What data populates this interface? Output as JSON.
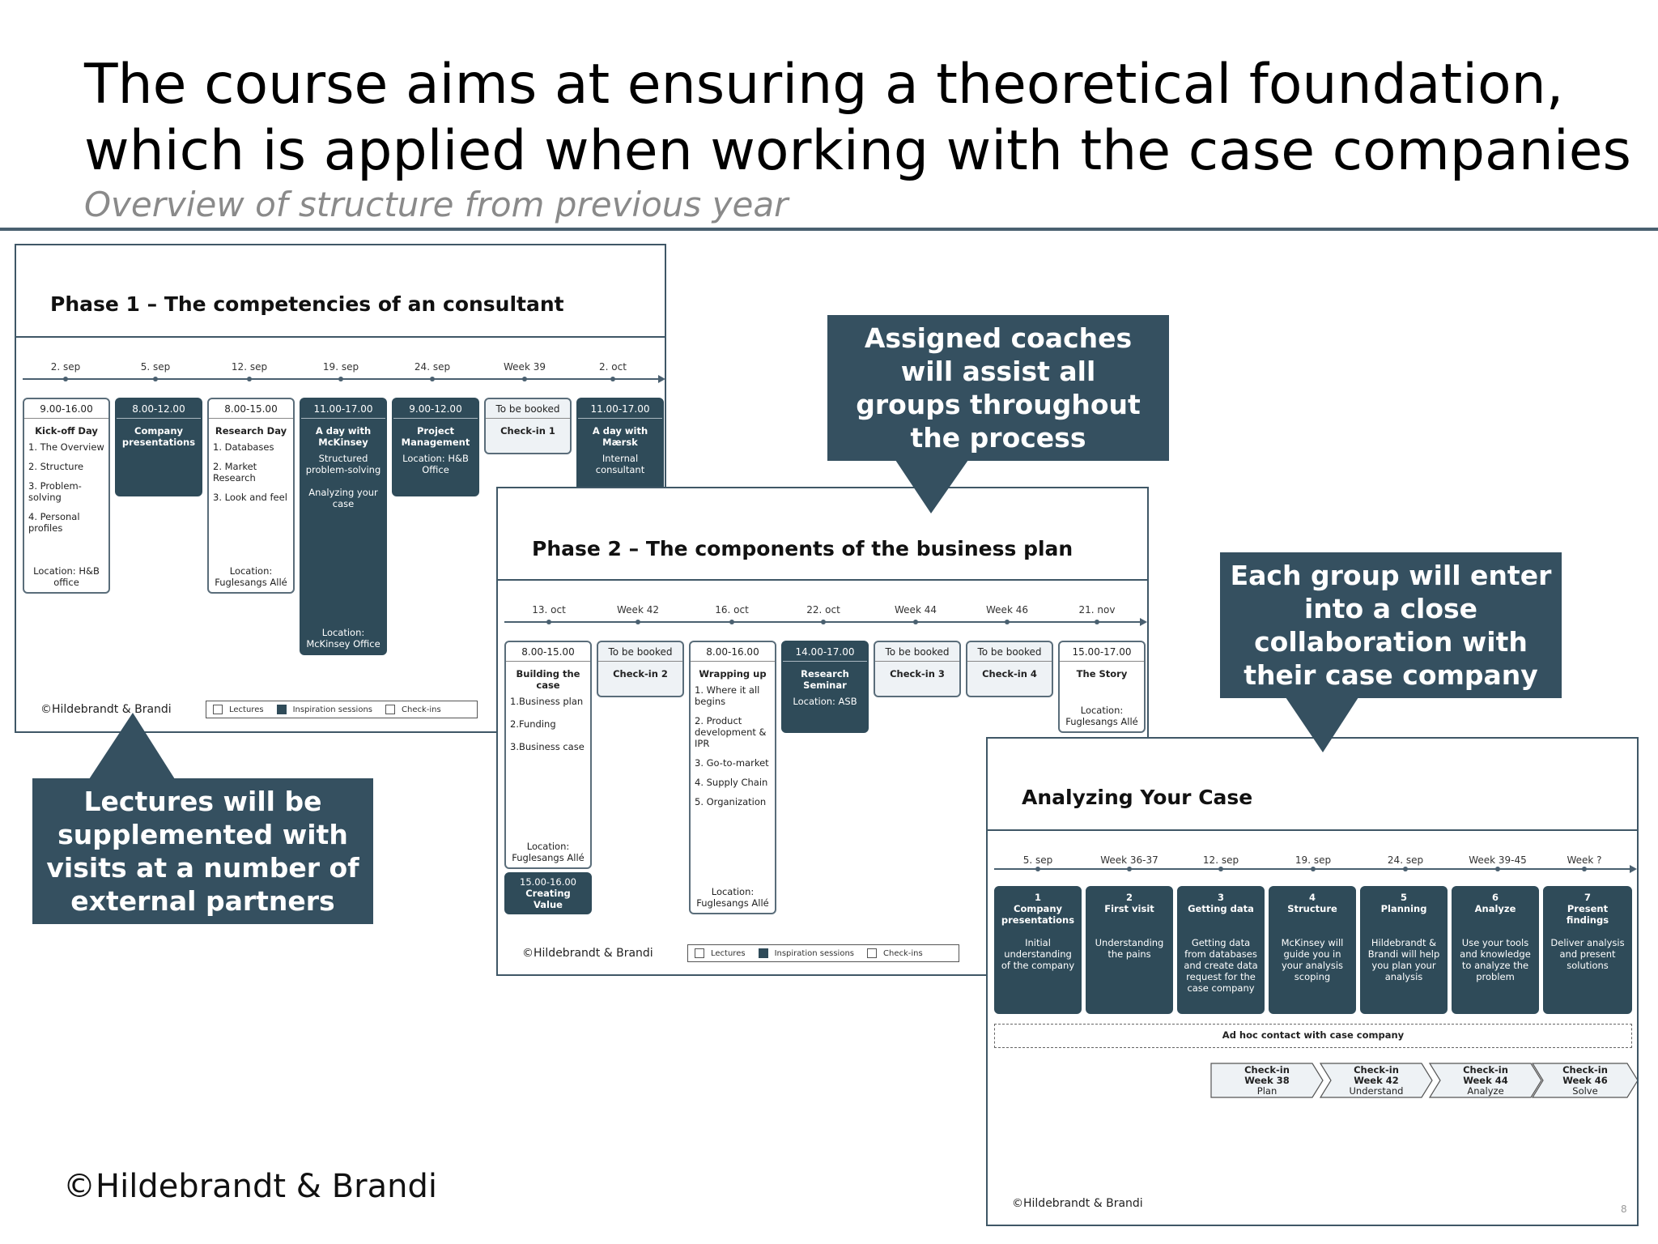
{
  "header": {
    "title_line1": "The course aims at ensuring a theoretical foundation,",
    "title_line2": "which is applied when working with the case companies",
    "subtitle": "Overview of structure from previous year"
  },
  "footer": {
    "logo": "©Hildebrandt & Brandi"
  },
  "callouts": {
    "coaches": "Assigned coaches will assist all groups throughout the process",
    "collab": "Each group will enter into a close collaboration with their case company",
    "lectures": "Lectures will be supplemented with visits at a number of external partners"
  },
  "colors": {
    "accent": "#355060",
    "dark_card": "#2f4b59"
  },
  "legend": {
    "lectures": "Lectures",
    "inspiration": "Inspiration sessions",
    "checkins": "Check-ins"
  },
  "slide1": {
    "title": "Phase 1 – The competencies of an consultant",
    "logo": "©Hildebrandt & Brandi",
    "dates": [
      "2. sep",
      "5. sep",
      "12. sep",
      "19. sep",
      "24. sep",
      "Week 39",
      "2. oct"
    ],
    "cards": {
      "c1": {
        "time": "9.00-16.00",
        "title": "Kick-off Day",
        "items": [
          "1. The Overview",
          "2. Structure",
          "3. Problem-solving",
          "4. Personal profiles"
        ],
        "loc": "Location: H&B office"
      },
      "c2": {
        "time": "8.00-12.00",
        "title": "Company presentations"
      },
      "c3": {
        "time": "8.00-15.00",
        "title": "Research Day",
        "items": [
          "1. Databases",
          "2. Market Research",
          "3. Look and feel"
        ],
        "loc": "Location: Fuglesangs Allé"
      },
      "c4": {
        "time": "11.00-17.00",
        "title": "A day with McKinsey",
        "d1": "Structured problem-solving",
        "d2": "Analyzing your case",
        "loc": "Location: McKinsey Office"
      },
      "c5": {
        "time": "9.00-12.00",
        "title": "Project Management",
        "loc": "Location: H&B Office"
      },
      "c6": {
        "time": "To be booked",
        "title": "Check-in 1"
      },
      "c7": {
        "time": "11.00-17.00",
        "title": "A day with Mærsk",
        "loc": "Internal consultant"
      }
    }
  },
  "slide2": {
    "title": "Phase 2 – The components of the business plan",
    "logo": "©Hildebrandt & Brandi",
    "dates": [
      "13. oct",
      "Week 42",
      "16. oct",
      "22. oct",
      "Week 44",
      "Week 46",
      "21. nov"
    ],
    "cards": {
      "c1": {
        "time": "8.00-15.00",
        "title": "Building the case",
        "items": [
          "1.Business plan",
          "2.Funding",
          "3.Business case"
        ],
        "loc": "Location: Fuglesangs Allé"
      },
      "c1b": {
        "time": "15.00-16.00",
        "title": "Creating Value"
      },
      "c2": {
        "time": "To be booked",
        "title": "Check-in 2"
      },
      "c3": {
        "time": "8.00-16.00",
        "title": "Wrapping up",
        "items": [
          "1. Where it all begins",
          "2. Product development & IPR",
          "3. Go-to-market",
          "4. Supply Chain",
          "5. Organization"
        ],
        "loc": "Location: Fuglesangs Allé"
      },
      "c4": {
        "time": "14.00-17.00",
        "title": "Research Seminar",
        "loc": "Location: ASB"
      },
      "c5": {
        "time": "To be booked",
        "title": "Check-in 3"
      },
      "c6": {
        "time": "To be booked",
        "title": "Check-in 4"
      },
      "c7": {
        "time": "15.00-17.00",
        "title": "The Story",
        "loc": "Location: Fuglesangs Allé"
      }
    }
  },
  "slide3": {
    "title": "Analyzing Your Case",
    "logo": "©Hildebrandt & Brandi",
    "page": "8",
    "dates": [
      "5. sep",
      "Week 36-37",
      "12. sep",
      "19. sep",
      "24. sep",
      "Week 39-45",
      "Week ?"
    ],
    "steps": [
      {
        "num": "1",
        "title": "Company presentations",
        "desc": "Initial understanding of the company"
      },
      {
        "num": "2",
        "title": "First visit",
        "desc": "Understanding the pains"
      },
      {
        "num": "3",
        "title": "Getting data",
        "desc": "Getting data from databases and create data request for the case company"
      },
      {
        "num": "4",
        "title": "Structure",
        "desc": "McKinsey will guide you in your analysis scoping"
      },
      {
        "num": "5",
        "title": "Planning",
        "desc": "Hildebrandt & Brandi will help you plan your analysis"
      },
      {
        "num": "6",
        "title": "Analyze",
        "desc": "Use your tools and knowledge to analyze the problem"
      },
      {
        "num": "7",
        "title": "Present findings",
        "desc": "Deliver analysis and present solutions"
      }
    ],
    "adhoc": "Ad hoc contact with case company",
    "checkins": [
      {
        "label": "Check-in Week 38",
        "sub": "Plan"
      },
      {
        "label": "Check-in Week 42",
        "sub": "Understand"
      },
      {
        "label": "Check-in Week 44",
        "sub": "Analyze"
      },
      {
        "label": "Check-in Week 46",
        "sub": "Solve"
      }
    ]
  }
}
